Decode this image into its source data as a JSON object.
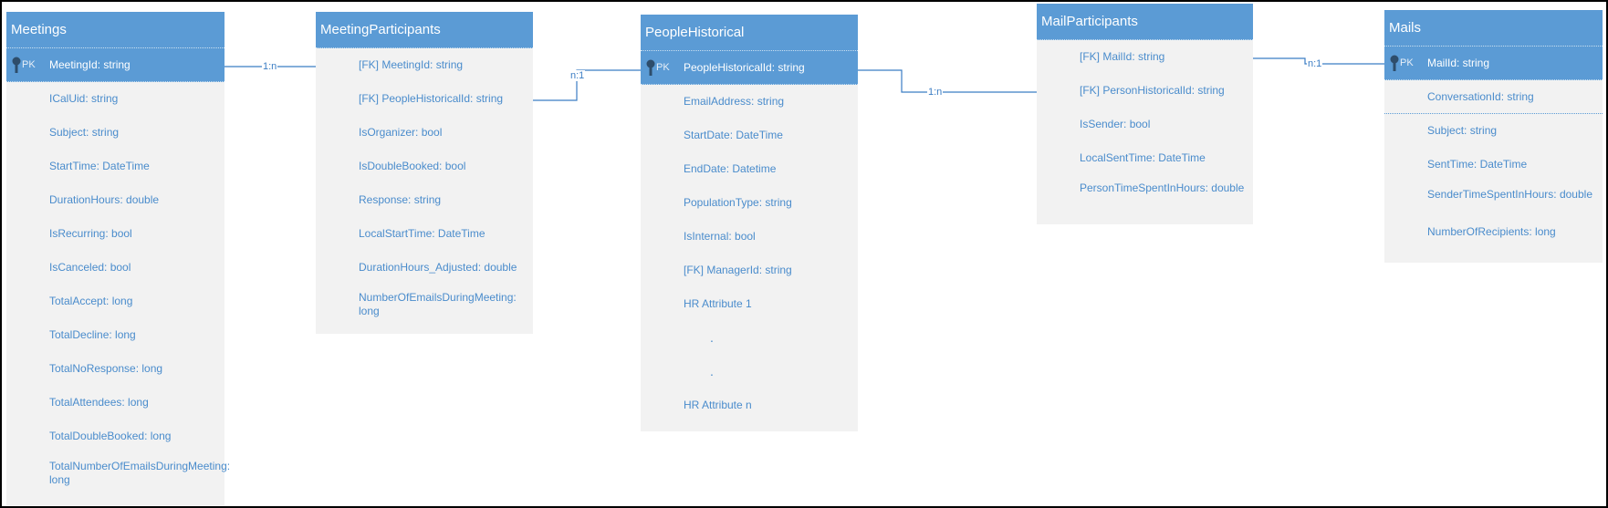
{
  "colors": {
    "header": "#5b9bd5",
    "body": "#f2f2f2",
    "field_text": "#4a8ccc",
    "connector": "#3b7dc4"
  },
  "icons": {
    "pk": "key-icon"
  },
  "entities": {
    "meetings": {
      "title": "Meetings",
      "pk_label": "PK",
      "pk_field": "MeetingId: string",
      "fields": [
        "ICalUid: string",
        "Subject: string",
        "StartTime: DateTime",
        "DurationHours: double",
        "IsRecurring: bool",
        "IsCanceled: bool",
        "TotalAccept: long",
        "TotalDecline: long",
        "TotalNoResponse: long",
        "TotalAttendees: long",
        "TotalDoubleBooked: long",
        "TotalNumberOfEmailsDuringMeeting: long"
      ]
    },
    "meeting_participants": {
      "title": "MeetingParticipants",
      "fields": [
        "[FK] MeetingId: string",
        "[FK] PeopleHistoricalId: string",
        "IsOrganizer: bool",
        "IsDoubleBooked: bool",
        "Response: string",
        "LocalStartTime: DateTime",
        "DurationHours_Adjusted: double",
        "NumberOfEmailsDuringMeeting: long"
      ]
    },
    "people_historical": {
      "title": "PeopleHistorical",
      "pk_label": "PK",
      "pk_field": "PeopleHistoricalId: string",
      "fields": [
        "EmailAddress: string",
        "StartDate: DateTime",
        "EndDate: Datetime",
        "PopulationType: string",
        "IsInternal: bool",
        "[FK] ManagerId: string",
        "HR Attribute 1",
        ".",
        ".",
        "HR Attribute n"
      ]
    },
    "mail_participants": {
      "title": "MailParticipants",
      "fields": [
        "[FK] MailId: string",
        "[FK] PersonHistoricalId: string",
        "IsSender: bool",
        "LocalSentTime: DateTime",
        "PersonTimeSpentInHours: double"
      ]
    },
    "mails": {
      "title": "Mails",
      "pk_label": "PK",
      "pk_field": "MailId: string",
      "fields": [
        "ConversationId: string",
        "Subject: string",
        "SentTime: DateTime",
        "SenderTimeSpentInHours: double",
        "NumberOfRecipients: long"
      ]
    }
  },
  "relationships": [
    {
      "label": "1:n"
    },
    {
      "label": "n:1"
    },
    {
      "label": "1:n"
    },
    {
      "label": "n:1"
    }
  ]
}
